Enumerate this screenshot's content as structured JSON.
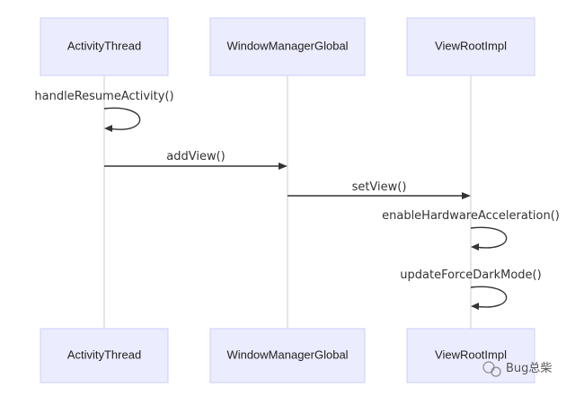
{
  "participants": [
    {
      "id": "activity_thread",
      "label": "ActivityThread"
    },
    {
      "id": "window_manager_global",
      "label": "WindowManagerGlobal"
    },
    {
      "id": "view_root_impl",
      "label": "ViewRootImpl"
    }
  ],
  "messages": [
    {
      "from": "activity_thread",
      "to": "activity_thread",
      "label": "handleResumeActivity()"
    },
    {
      "from": "activity_thread",
      "to": "window_manager_global",
      "label": "addView()"
    },
    {
      "from": "window_manager_global",
      "to": "view_root_impl",
      "label": "setView()"
    },
    {
      "from": "view_root_impl",
      "to": "view_root_impl",
      "label": "enableHardwareAcceleration()"
    },
    {
      "from": "view_root_impl",
      "to": "view_root_impl",
      "label": "updateForceDarkMode()"
    }
  ],
  "watermark": {
    "text": "Bug总柴",
    "icon": "wechat-icon"
  }
}
